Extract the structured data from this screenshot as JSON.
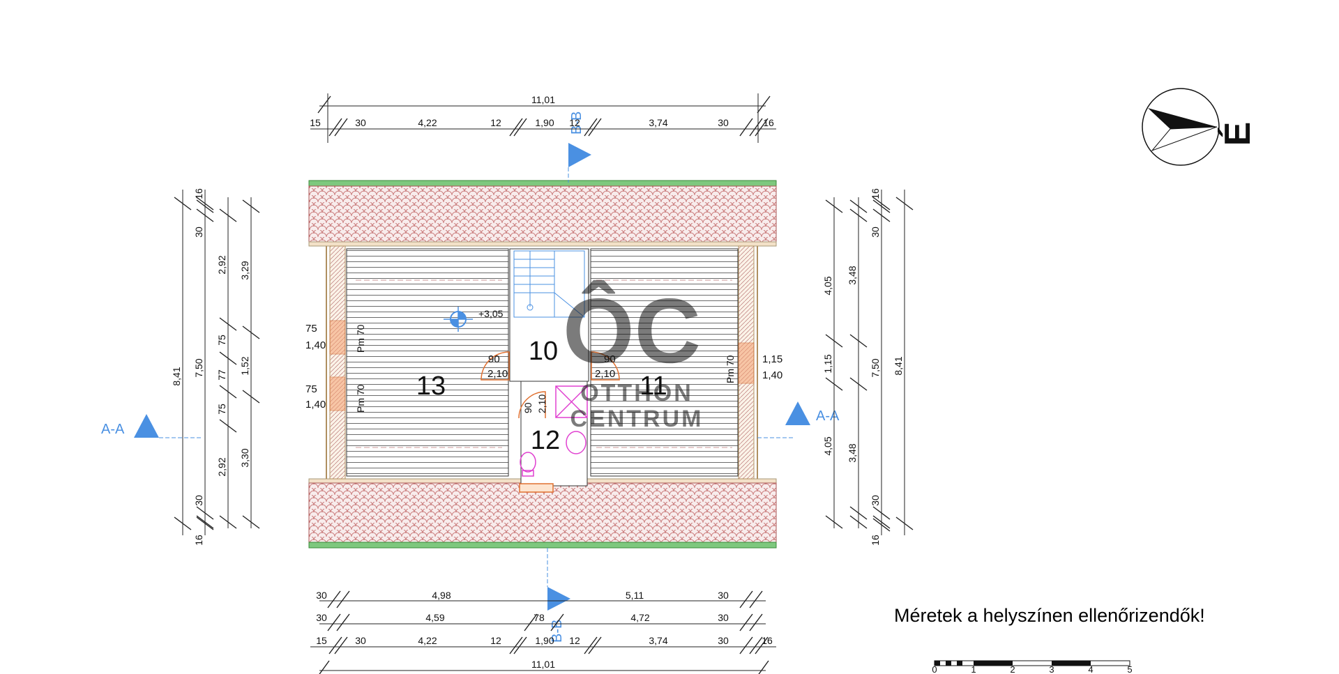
{
  "top_dims": {
    "total": "11,01",
    "segments": [
      "15",
      "30",
      "4,22",
      "12",
      "1,90",
      "12",
      "3,74",
      "30",
      "16"
    ]
  },
  "bottom_dims": {
    "row1": [
      "30",
      "4,98",
      "5,11",
      "30"
    ],
    "row2": [
      "30",
      "4,59",
      "78",
      "4,72",
      "30"
    ],
    "row3": [
      "15",
      "30",
      "4,22",
      "12",
      "1,90",
      "12",
      "3,74",
      "30",
      "16"
    ],
    "total": "11,01"
  },
  "left_dims": {
    "total": "8,41",
    "inner": "7,50",
    "col3": [
      "16",
      "30",
      "30",
      "16"
    ],
    "col4": [
      "2,92",
      "75",
      "77",
      "75",
      "2,92"
    ],
    "col5": [
      "3,29",
      "1,52",
      "3,30"
    ]
  },
  "right_dims": {
    "col1": [
      "4,05",
      "1,15",
      "4,05"
    ],
    "col2": [
      "3,48",
      "3,48"
    ],
    "inner": "7,50",
    "total": "8,41",
    "edge": [
      "16",
      "30",
      "30",
      "16"
    ]
  },
  "rooms": [
    {
      "number": "13"
    },
    {
      "number": "10"
    },
    {
      "number": "11"
    },
    {
      "number": "12"
    }
  ],
  "level_mark": "+3,05",
  "windows_left": [
    {
      "w": "75",
      "h": "1,40",
      "sill": "Pm 70"
    },
    {
      "w": "75",
      "h": "1,40",
      "sill": "Pm 70"
    }
  ],
  "window_right": {
    "w": "1,15",
    "h": "1,40",
    "sill": "Pm 70"
  },
  "doors": [
    {
      "w": "90",
      "h": "2,10"
    },
    {
      "w": "90",
      "h": "2,10"
    },
    {
      "w": "90",
      "h": "2,10"
    }
  ],
  "section_marks": {
    "aa": "A-A",
    "bb": "B-B"
  },
  "north_label": "É",
  "watermark": {
    "logo": "ÔC",
    "line1": "OTTHON",
    "line2": "CENTRUM"
  },
  "note": "Méretek a helyszínen ellenőrizendők!",
  "scale_bar": [
    "0",
    "1",
    "2",
    "3",
    "4",
    "5"
  ],
  "colors": {
    "roof": "#c97a7a",
    "ridge": "#4caf50",
    "fixtures": "#e040d0",
    "doors": "#e07030",
    "section": "#4a90e2"
  }
}
